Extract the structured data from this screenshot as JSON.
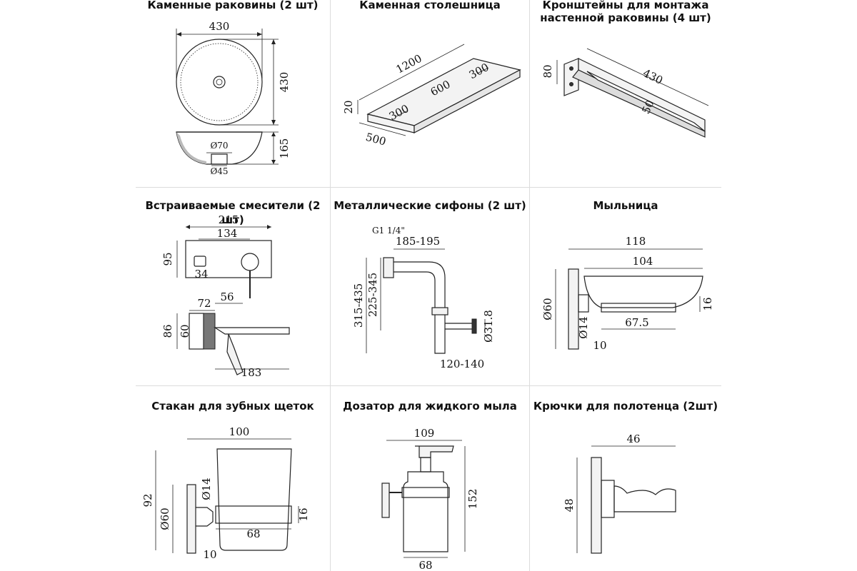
{
  "panels": {
    "sink": {
      "title": "Каменные раковины (2 шт)",
      "dims": {
        "width": "430",
        "depth": "430",
        "height": "165",
        "d70": "Ø70",
        "d45": "Ø45"
      }
    },
    "countertop": {
      "title": "Каменная столешница",
      "dims": {
        "length": "1200",
        "thickness": "20",
        "width": "500",
        "left": "300",
        "middle": "600",
        "right": "300"
      }
    },
    "brackets": {
      "title_line1": "Кронштейны для монтажа",
      "title_line2": "настенной раковины (4 шт)",
      "dims": {
        "length": "430",
        "height": "80",
        "width": "50"
      }
    },
    "mixer": {
      "title": "Встраиваемые смесители (2 шт)",
      "dims": {
        "plate_w": "215",
        "centers": "134",
        "plate_h": "95",
        "d34": "34",
        "d72": "72",
        "d56": "56",
        "d86": "86",
        "d60": "60",
        "spout": "183"
      }
    },
    "siphon": {
      "title": "Металлические сифоны (2 шт)",
      "dims": {
        "thread": "G1 1/4\"",
        "reach": "185-195",
        "h1": "315-435",
        "h2": "225-345",
        "d318": "Ø31.8",
        "out": "120-140"
      }
    },
    "soapdish": {
      "title": "Мыльница",
      "dims": {
        "total": "118",
        "dish": "104",
        "d60": "Ø60",
        "d16": "16",
        "d14": "Ø14",
        "d675": "67.5",
        "d10": "10"
      }
    },
    "tumbler": {
      "title": "Стакан для зубных щеток",
      "dims": {
        "total": "100",
        "height": "92",
        "d60": "Ø60",
        "d14": "Ø14",
        "d16": "16",
        "d68": "68",
        "d10": "10"
      }
    },
    "dispenser": {
      "title": "Дозатор для жидкого мыла",
      "dims": {
        "top": "109",
        "height": "152",
        "bottom": "68"
      }
    },
    "hooks": {
      "title": "Крючки для полотенца (2шт)",
      "dims": {
        "width": "46",
        "height": "48"
      }
    }
  }
}
